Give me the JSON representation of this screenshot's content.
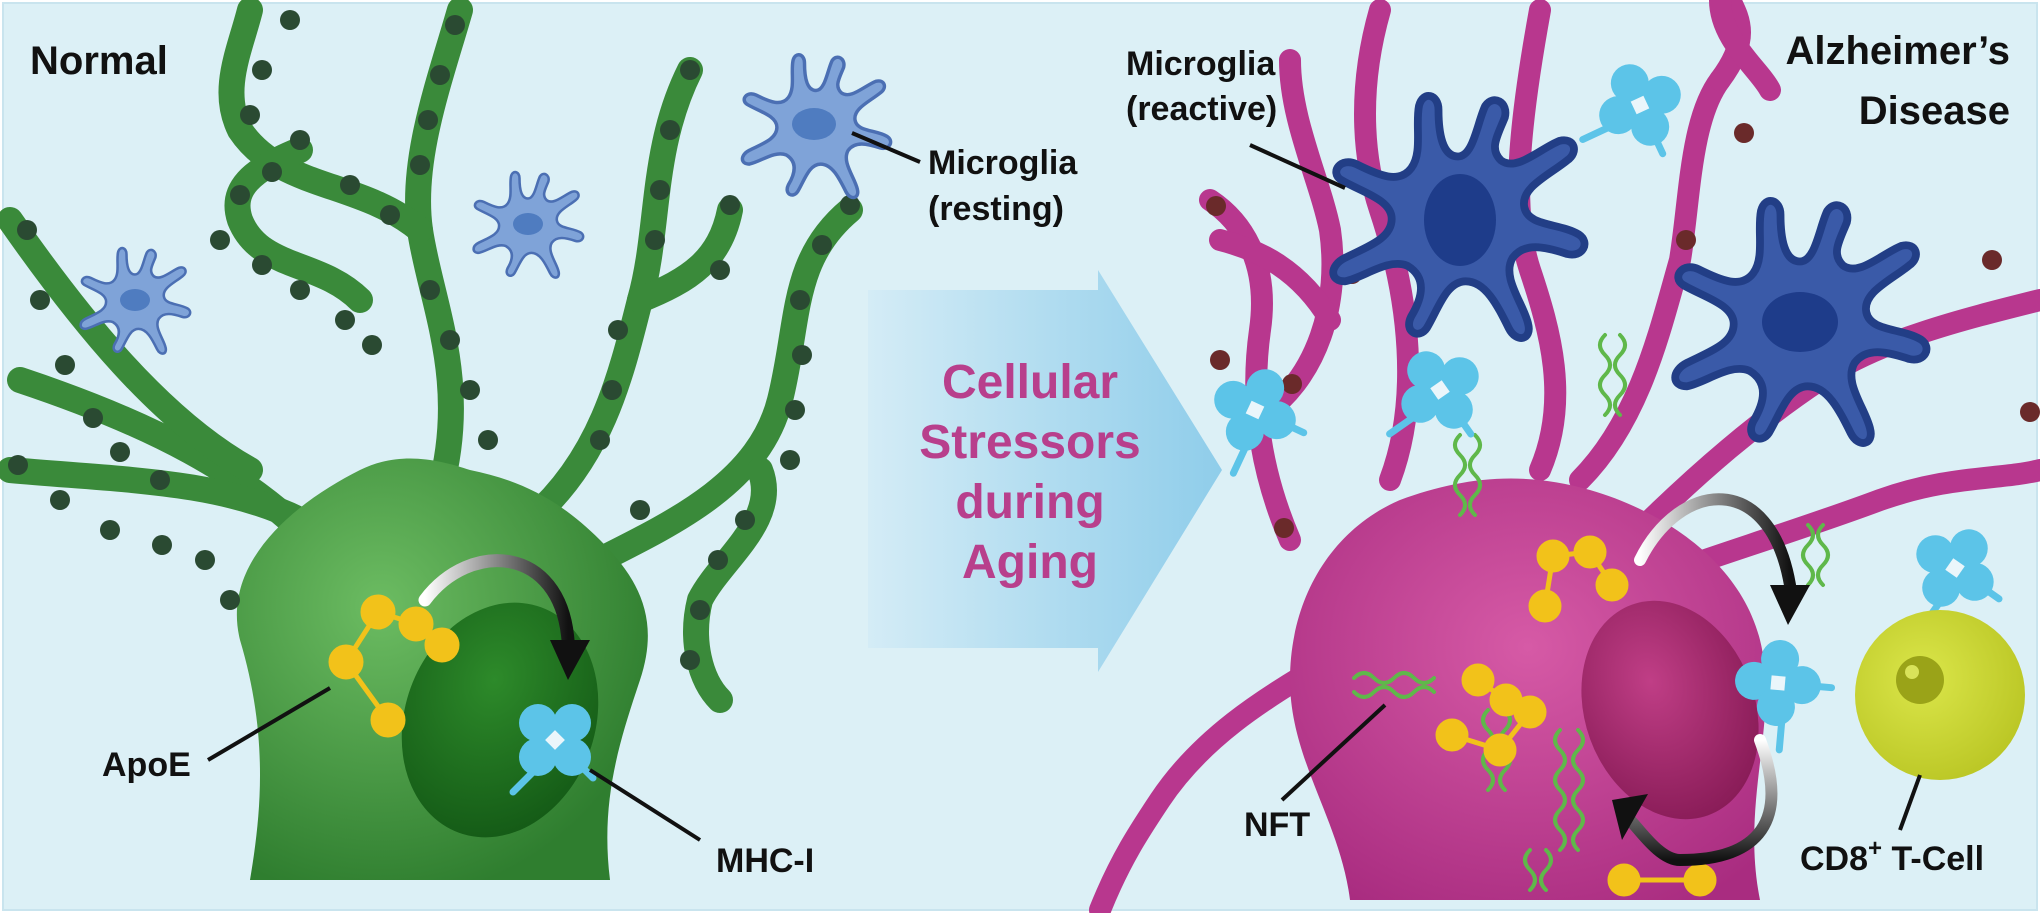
{
  "panels": {
    "normal": {
      "title": "Normal",
      "labels": {
        "microglia_line1": "Microglia",
        "microglia_line2": "(resting)",
        "apoe": "ApoE",
        "mhc": "MHC-I"
      }
    },
    "disease": {
      "title_line1": "Alzheimer’s",
      "title_line2": "Disease",
      "labels": {
        "microglia_line1": "Microglia",
        "microglia_line2": "(reactive)",
        "nft": "NFT",
        "tcell_main": "CD8",
        "tcell_sup": "+",
        "tcell_rest": " T-Cell"
      }
    }
  },
  "arrow": {
    "lines": [
      "Cellular",
      "Stressors",
      "during",
      "Aging"
    ]
  },
  "colors": {
    "background": "#dcf0f6",
    "healthy_neuron": "#3a8a3a",
    "healthy_nucleus": "#1f6a1f",
    "spine_dot": "#2a4a32",
    "disease_neuron": "#b8378e",
    "disease_nucleus": "#9c2468",
    "disease_dot": "#6a2a2a",
    "microglia_resting": "#7fa3d8",
    "microglia_reactive": "#3a5aa8",
    "mhc": "#5cc4e8",
    "apoe": "#f2c21a",
    "tcell": "#c9d62c",
    "nft": "#5fb84a",
    "arrow_text": "#b83f8c",
    "arrow_fill": "#a9d8ee"
  },
  "icons": [
    "healthy-neuron",
    "resting-microglia",
    "reactive-microglia",
    "diseased-neuron",
    "mhc-i-complex",
    "apoe-molecule",
    "neurofibrillary-tangle",
    "cd8-t-cell",
    "transition-arrow",
    "trafficking-arrow"
  ]
}
